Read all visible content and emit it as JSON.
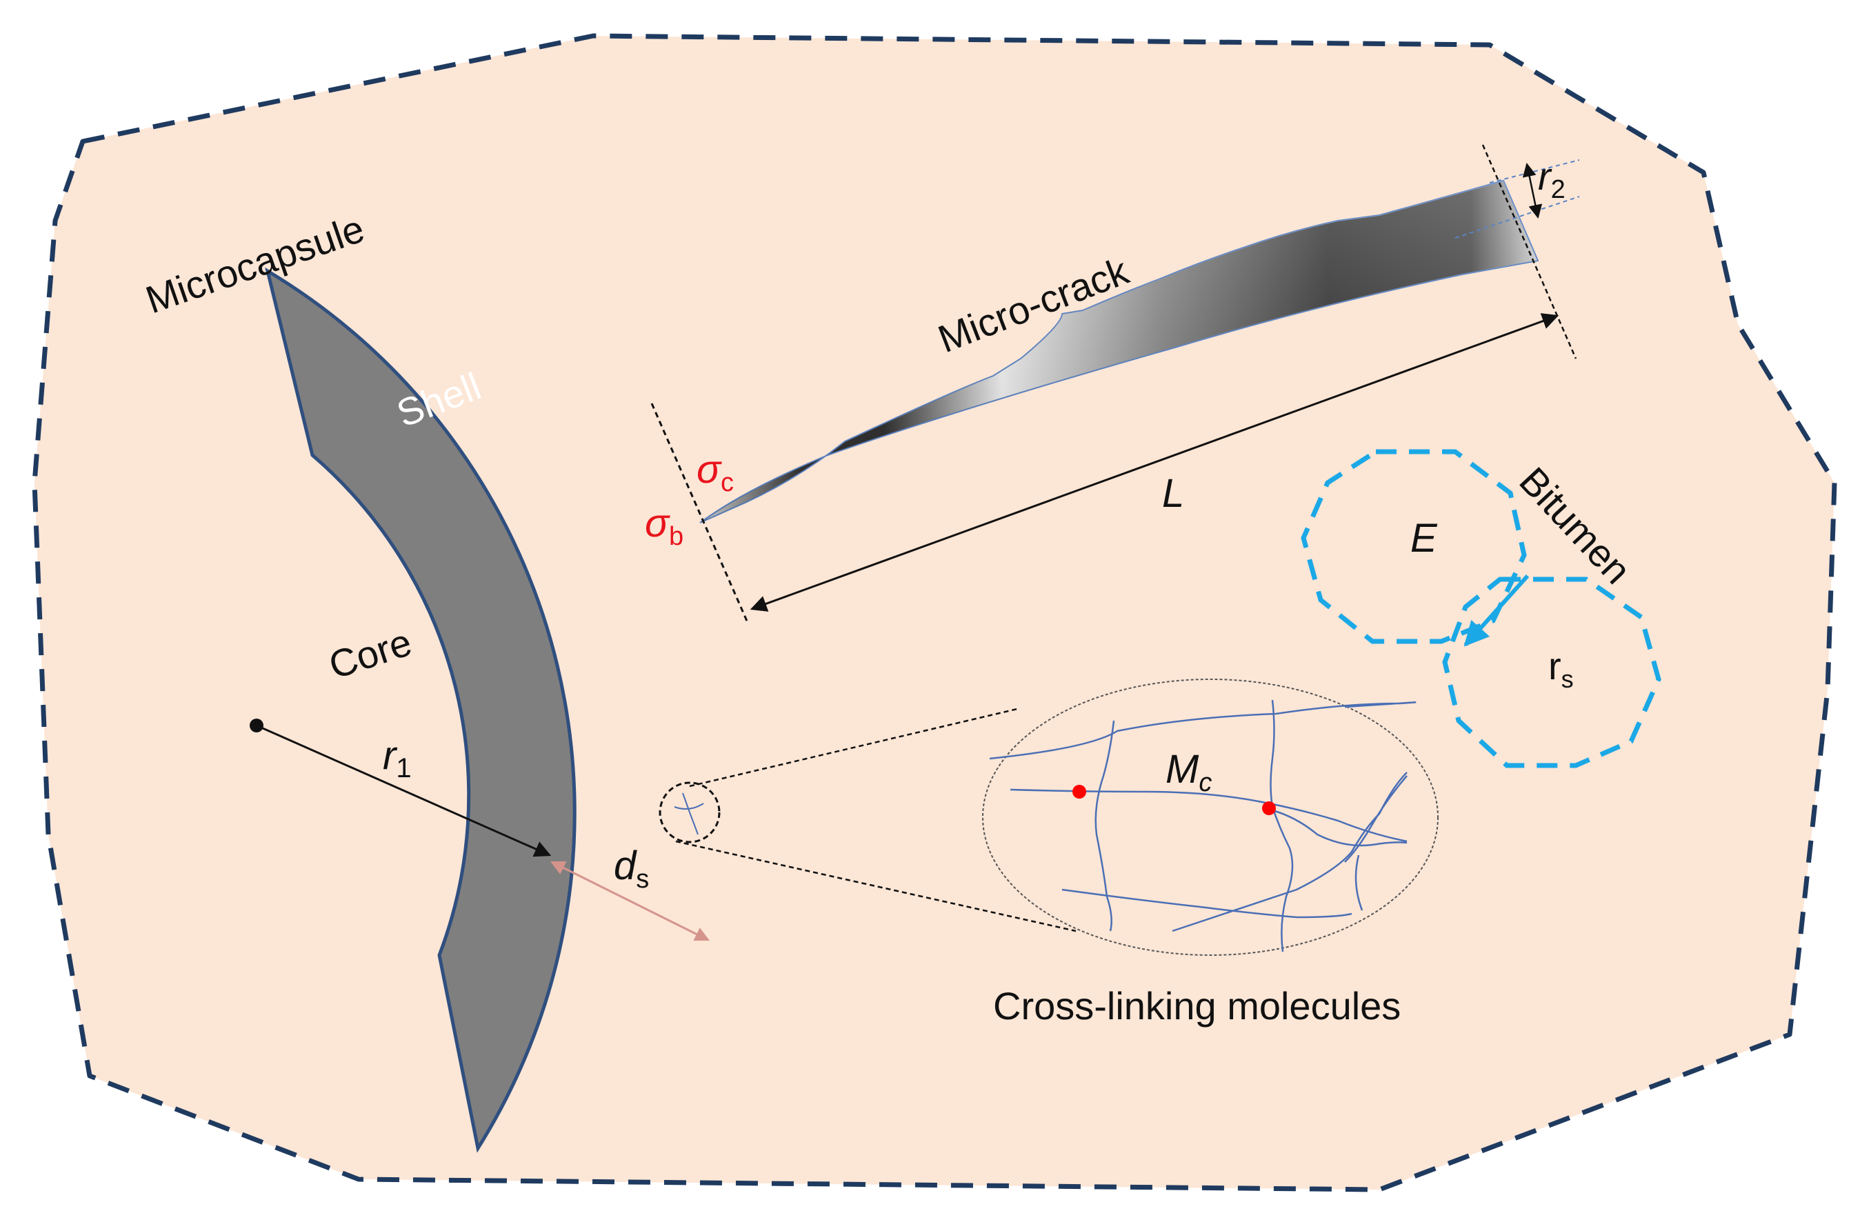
{
  "labels": {
    "microcapsule": "Microcapsule",
    "shell": "Shell",
    "core": "Core",
    "micro_crack": "Micro-crack",
    "bitumen": "Bitumen",
    "cross_linking": "Cross-linking molecules"
  },
  "symbols": {
    "r1": {
      "base": "r",
      "sub": "1"
    },
    "r2": {
      "base": "r",
      "sub": "2"
    },
    "ds": {
      "base": "d",
      "sub": "s"
    },
    "sigma_c": {
      "base": "σ",
      "sub": "c"
    },
    "sigma_b": {
      "base": "σ",
      "sub": "b"
    },
    "L": "L",
    "E": "E",
    "rs": {
      "base": "r",
      "sub": "s"
    },
    "Mc": {
      "base": "M",
      "sub": "c"
    }
  },
  "colors": {
    "matrix_fill": "#fce6d6",
    "matrix_border": "#1f3a5f",
    "shell_fill": "#7f7f7f",
    "shell_border": "#2f4f7f",
    "stress_red": "#e8141c",
    "bitumen_circle": "#1ba8e6",
    "network_line": "#4a6fb5",
    "crosslink_dot": "#ff0000",
    "thickness_arrow": "#d4948c"
  }
}
